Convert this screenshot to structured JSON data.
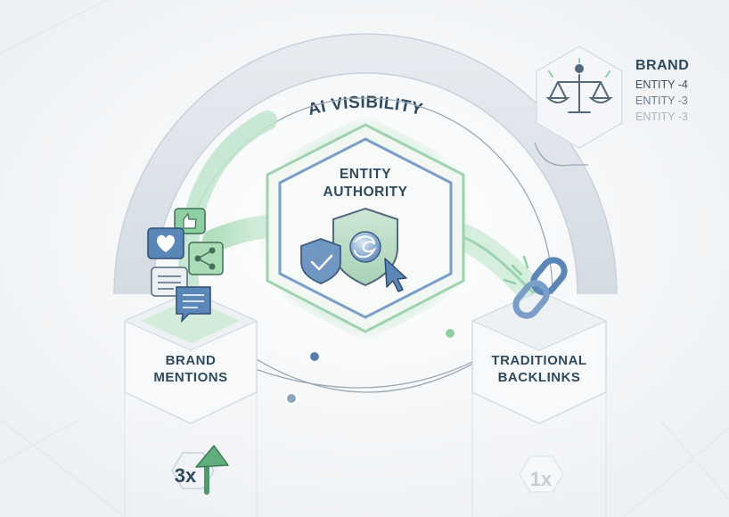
{
  "arc": {
    "title": "AI VISIBILITY"
  },
  "center": {
    "title_line1": "ENTITY",
    "title_line2": "AUTHORITY"
  },
  "left": {
    "title_line1": "BRAND",
    "title_line2": "MENTIONS",
    "multiplier": "3x"
  },
  "right": {
    "title_line1": "TRADITIONAL",
    "title_line2": "BACKLINKS",
    "multiplier": "1x"
  },
  "ranking": {
    "heading": "BRAND",
    "entries": [
      "ENTITY -4",
      "ENTITY -3",
      "ENTITY -3"
    ]
  },
  "colors": {
    "green": "#7dbf93",
    "blue": "#5b86b8",
    "navy": "#2f4a5e"
  }
}
